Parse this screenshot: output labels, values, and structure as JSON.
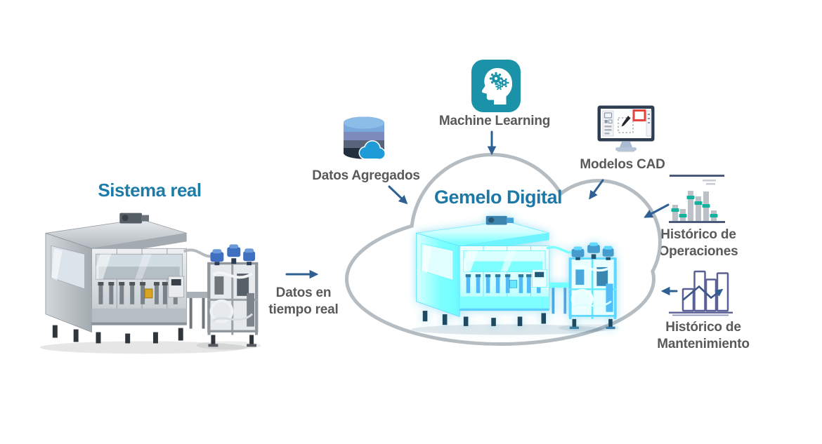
{
  "diagram": {
    "real_system": {
      "title": "Sistema real"
    },
    "digital_twin": {
      "title": "Gemelo Digital"
    },
    "nodes": {
      "realtime": {
        "label": "Datos en\ntiempo real"
      },
      "aggregated": {
        "label": "Datos Agregados",
        "icon": "database-cloud-icon"
      },
      "machine_learning": {
        "label": "Machine Learning",
        "icon": "brain-gears-icon"
      },
      "cad": {
        "label": "Modelos CAD",
        "icon": "cad-monitor-icon"
      },
      "operations": {
        "label": "Histórico de\nOperaciones",
        "icon": "operations-history-chart-icon"
      },
      "maintenance": {
        "label": "Histórico de\nMantenimiento",
        "icon": "maintenance-history-chart-icon"
      }
    },
    "colors": {
      "real_title_blue": "#1d7ca8",
      "twin_title_blue": "#1e78a6",
      "label_gray": "#58595b",
      "arrow_blue": "#2e6093",
      "cloud_outline_gray": "#b5bcc2",
      "ml_icon_teal": "#1a93a8",
      "db_light_blue": "#79a9dc",
      "db_dark_navy": "#242f3e",
      "db_cloud_blue": "#1f9bd8",
      "cad_red": "#e3453f",
      "ops_marker_teal": "#12b39e",
      "chart_outline_purple": "#5c6195",
      "twin_machine_cyan": "#39b7d8"
    }
  }
}
